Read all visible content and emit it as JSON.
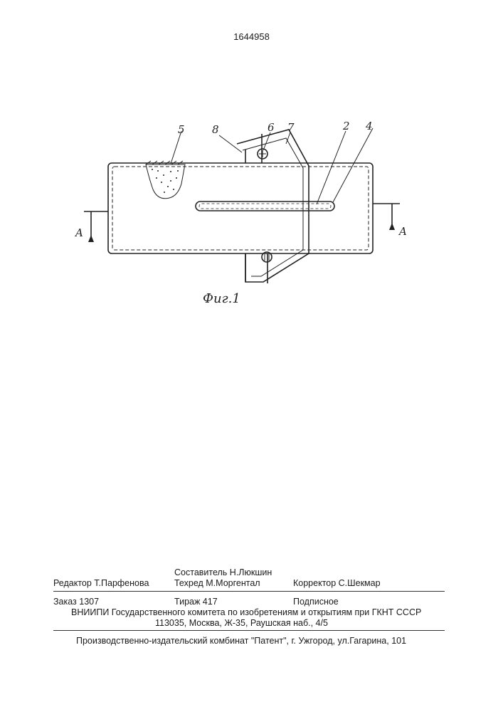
{
  "patent_number": "1644958",
  "figure": {
    "caption": "Фиг.1",
    "labels": {
      "l5": "5",
      "l8": "8",
      "l6": "6",
      "l7": "7",
      "l2": "2",
      "l4": "4",
      "section_left": "A",
      "section_right": "A"
    }
  },
  "imprint": {
    "editor": "Редактор  Т.Парфенова",
    "compiler": "Составитель Н.Люкшин",
    "techred": "Техред М.Моргентал",
    "corrector": "Корректор  С.Шекмар",
    "order": "Заказ  1307",
    "circulation": "Тираж 417",
    "subscription": "Подписное",
    "institute": "ВНИИПИ Государственного комитета по изобретениям и открытиям при ГКНТ СССР",
    "address": "113035, Москва, Ж-35, Раушская наб., 4/5",
    "publisher": "Производственно-издательский комбинат \"Патент\", г. Ужгород, ул.Гагарина, 101"
  }
}
